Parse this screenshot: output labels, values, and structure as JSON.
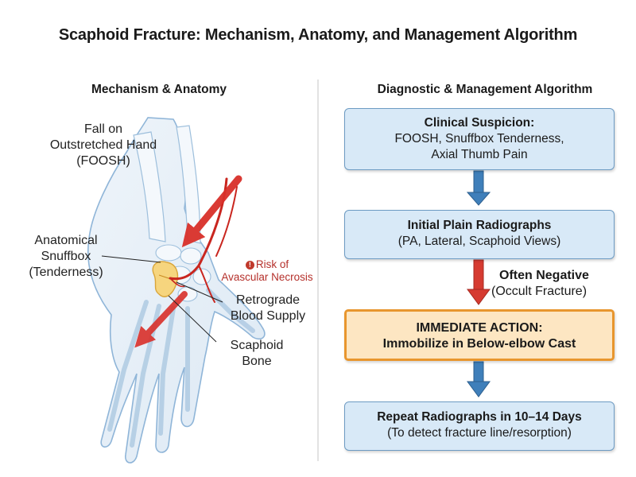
{
  "title": "Scaphoid Fracture: Mechanism, Anatomy, and Management Algorithm",
  "left_panel": {
    "heading": "Mechanism & Anatomy",
    "labels": {
      "foosh": [
        "Fall on",
        "Outstretched Hand",
        "(FOOSH)"
      ],
      "snuffbox": [
        "Anatomical",
        "Snuffbox",
        "(Tenderness)"
      ],
      "avn": [
        "Risk of",
        "Avascular Necrosis"
      ],
      "retrograde": [
        "Retrograde",
        "Blood Supply"
      ],
      "scaphoid": [
        "Scaphoid",
        "Bone"
      ]
    },
    "colors": {
      "force_arrow": "#d9302a",
      "artery": "#c9261f",
      "scaphoid_bone": "#f6d57e",
      "outline": "#8fb5d8"
    },
    "icons": {
      "warning": "!"
    }
  },
  "right_panel": {
    "heading": "Diagnostic & Management Algorithm",
    "steps": [
      {
        "title": "Clinical Suspicion:",
        "lines": [
          "FOOSH, Snuffbox Tenderness,",
          "Axial Thumb Pain"
        ]
      },
      {
        "title": "Initial Plain Radiographs",
        "lines": [
          "(PA, Lateral, Scaphoid Views)"
        ]
      },
      {
        "title": "IMMEDIATE ACTION:",
        "lines": [
          "Immobilize in Below-elbow Cast"
        ]
      },
      {
        "title": "Repeat Radiographs in 10–14 Days",
        "lines": [
          "(To detect fracture line/resorption)"
        ]
      }
    ],
    "branch_label": {
      "title": "Often Negative",
      "note": "(Occult Fracture)"
    },
    "colors": {
      "box_fill": "#d8e9f7",
      "box_border": "#6d9bc3",
      "action_fill": "#fde6c2",
      "action_border": "#e8962e",
      "arrow_blue": "#3f7fba",
      "arrow_red": "#d63b31"
    }
  }
}
